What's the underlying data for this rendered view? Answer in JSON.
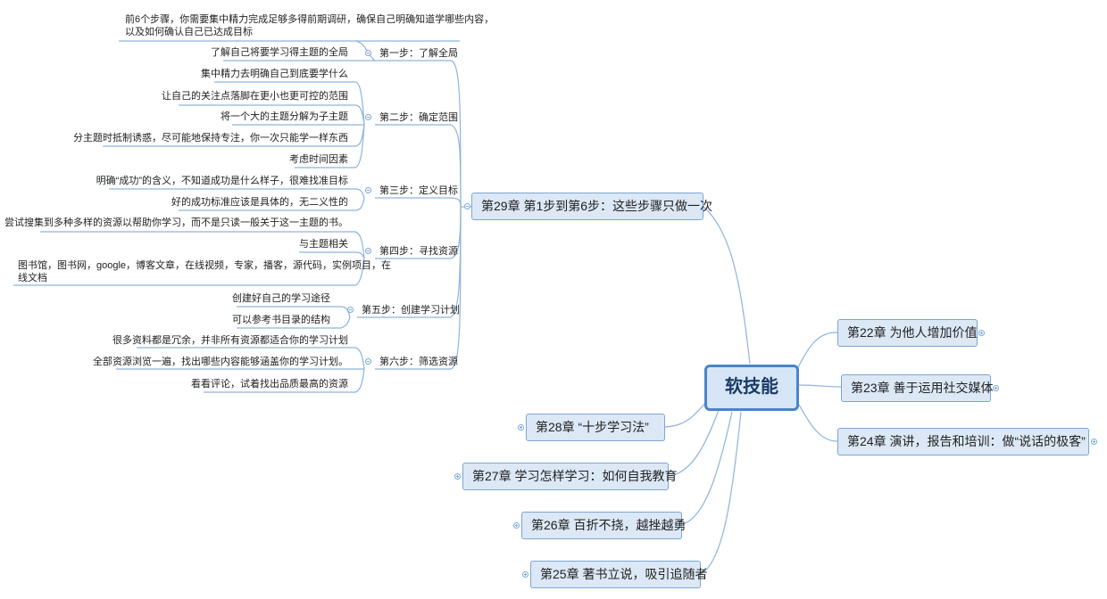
{
  "root": {
    "label": "软技能"
  },
  "chapters": {
    "c29": "第29章 第1步到第6步：这些步骤只做一次",
    "c22": "第22章 为他人增加价值",
    "c23": "第23章 善于运用社交媒体",
    "c24": "第24章 演讲，报告和培训：做“说话的极客”",
    "c28": "第28章 “十步学习法”",
    "c27": "第27章 学习怎样学习：如何自我教育",
    "c26": "第26章 百折不挠，越挫越勇",
    "c25": "第25章 著书立说，吸引追随者"
  },
  "steps": {
    "s1": {
      "label": "第一步：了解全局",
      "items": [
        "前6个步骤，你需要集中精力完成足够多得前期调研，确保自己明确知道学哪些内容，",
        "以及如何确认自己已达成目标",
        "了解自己将要学习得主题的全局"
      ]
    },
    "s2": {
      "label": "第二步：确定范围",
      "items": [
        "集中精力去明确自己到底要学什么",
        "让自己的关注点落脚在更小也更可控的范围",
        "将一个大的主题分解为子主题",
        "分主题时抵制诱惑，尽可能地保持专注，你一次只能学一样东西",
        "考虑时间因素"
      ]
    },
    "s3": {
      "label": "第三步：定义目标",
      "items": [
        "明确“成功”的含义，不知道成功是什么样子，很难找准目标",
        "好的成功标准应该是具体的，无二义性的"
      ]
    },
    "s4": {
      "label": "第四步：寻找资源",
      "items": [
        "尝试搜集到多种多样的资源以帮助你学习，而不是只读一般关于这一主题的书。",
        "与主题相关",
        "图书馆，图书网，google，博客文章，在线视频，专家，播客，源代码，实例项目，在",
        "线文档"
      ]
    },
    "s5": {
      "label": "第五步：创建学习计划",
      "items": [
        "创建好自己的学习途径",
        "可以参考书目录的结构"
      ]
    },
    "s6": {
      "label": "第六步：筛选资源",
      "items": [
        "很多资料都是冗余，并非所有资源都适合你的学习计划",
        "全部资源浏览一遍，找出哪些内容能够涵盖你的学习计划。",
        "看看评论，试着找出品质最高的资源"
      ]
    }
  },
  "colors": {
    "line": "#8fb3dc",
    "node_fill": "#dce8f5",
    "node_border": "#7aa6d6",
    "root_border": "#4a84c9"
  }
}
